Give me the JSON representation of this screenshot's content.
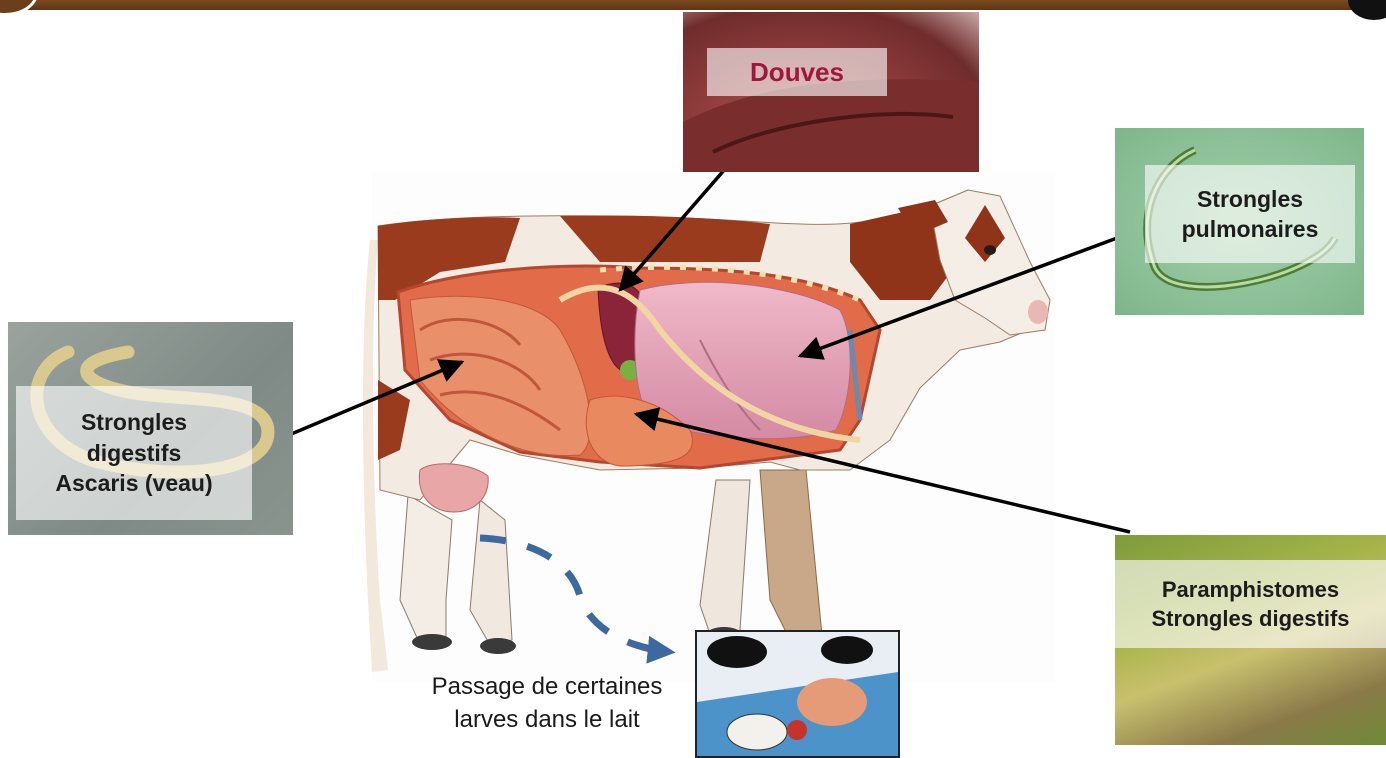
{
  "labels": {
    "douves": "Douves",
    "strongles_pulmonaires": [
      "Strongles",
      "pulmonaires"
    ],
    "strongles_digestifs_ascaris": [
      "Strongles",
      "digestifs",
      "Ascaris (veau)"
    ],
    "paramphistomes": [
      "Paramphistomes",
      "Strongles digestifs"
    ],
    "milk_passage": [
      "Passage de certaines",
      "larves dans le lait"
    ]
  },
  "colors": {
    "douves_text": "#a0163c",
    "arrow": "#000000",
    "dashed_arrow": "#3c6aa0",
    "header_bar": "#6b3f1b"
  }
}
